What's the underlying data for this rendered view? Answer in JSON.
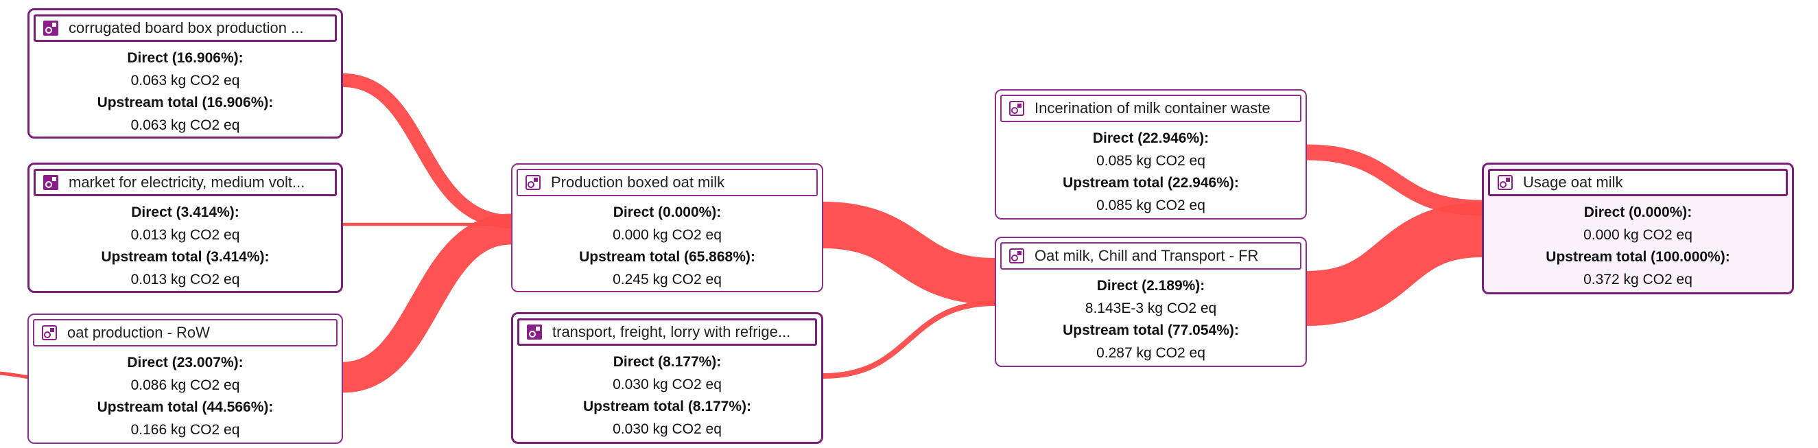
{
  "colors": {
    "flow": "#ff4a4a",
    "node_border": "#8e2e8a",
    "root_fill": "#fbf1fb"
  },
  "nodes": [
    {
      "id": "corrugated",
      "icon": "process-system-icon",
      "title": "corrugated board box production ...",
      "direct": "Direct (16.906%):",
      "direct_value": "0.063 kg CO2 eq",
      "upstream": "Upstream total (16.906%):",
      "upstream_value": "0.063 kg CO2 eq"
    },
    {
      "id": "electricity",
      "icon": "process-system-icon",
      "title": "market for electricity, medium volt...",
      "direct": "Direct (3.414%):",
      "direct_value": "0.013 kg CO2 eq",
      "upstream": "Upstream total (3.414%):",
      "upstream_value": "0.013 kg CO2 eq"
    },
    {
      "id": "oat-production",
      "icon": "process-unit-icon",
      "title": "oat production - RoW",
      "direct": "Direct (23.007%):",
      "direct_value": "0.086 kg CO2 eq",
      "upstream": "Upstream total (44.566%):",
      "upstream_value": "0.166 kg CO2 eq"
    },
    {
      "id": "production-boxed",
      "icon": "process-unit-icon",
      "title": "Production boxed oat milk",
      "direct": "Direct (0.000%):",
      "direct_value": "0.000 kg CO2 eq",
      "upstream": "Upstream total (65.868%):",
      "upstream_value": "0.245 kg CO2 eq"
    },
    {
      "id": "transport",
      "icon": "process-system-icon",
      "title": "transport, freight, lorry with refrige...",
      "direct": "Direct (8.177%):",
      "direct_value": "0.030 kg CO2 eq",
      "upstream": "Upstream total (8.177%):",
      "upstream_value": "0.030 kg CO2 eq"
    },
    {
      "id": "incineration",
      "icon": "process-unit-icon",
      "title": "Incerination of milk container waste",
      "direct": "Direct (22.946%):",
      "direct_value": "0.085 kg CO2 eq",
      "upstream": "Upstream total (22.946%):",
      "upstream_value": "0.085 kg CO2 eq"
    },
    {
      "id": "oat-milk-chill",
      "icon": "process-unit-icon",
      "title": "Oat milk, Chill and Transport - FR",
      "direct": "Direct (2.189%):",
      "direct_value": "8.143E-3 kg CO2 eq",
      "upstream": "Upstream total (77.054%):",
      "upstream_value": "0.287 kg CO2 eq"
    },
    {
      "id": "usage",
      "icon": "process-unit-icon",
      "title": "Usage oat milk",
      "direct": "Direct (0.000%):",
      "direct_value": "0.000 kg CO2 eq",
      "upstream": "Upstream total (100.000%):",
      "upstream_value": "0.372 kg CO2 eq"
    }
  ],
  "flows": [
    {
      "from": "corrugated",
      "to": "production-boxed",
      "share_percent": 16.906
    },
    {
      "from": "electricity",
      "to": "production-boxed",
      "share_percent": 3.414
    },
    {
      "from": "oat-production",
      "to": "production-boxed",
      "share_percent": 44.566
    },
    {
      "from": "production-boxed",
      "to": "oat-milk-chill",
      "share_percent": 65.868
    },
    {
      "from": "transport",
      "to": "oat-milk-chill",
      "share_percent": 8.177
    },
    {
      "from": "incineration",
      "to": "usage",
      "share_percent": 22.946
    },
    {
      "from": "oat-milk-chill",
      "to": "usage",
      "share_percent": 77.054
    }
  ]
}
